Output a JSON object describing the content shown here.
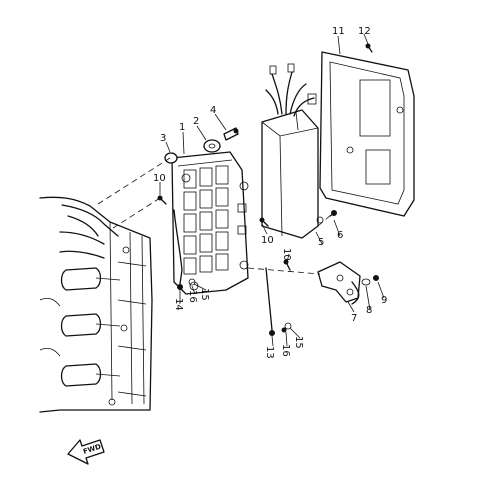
{
  "parts": [
    {
      "id": "part-1",
      "label": "1"
    },
    {
      "id": "part-2",
      "label": "2"
    },
    {
      "id": "part-3",
      "label": "3"
    },
    {
      "id": "part-4",
      "label": "4"
    },
    {
      "id": "part-5",
      "label": "5"
    },
    {
      "id": "part-6",
      "label": "6"
    },
    {
      "id": "part-7",
      "label": "7"
    },
    {
      "id": "part-8",
      "label": "8"
    },
    {
      "id": "part-9",
      "label": "9"
    },
    {
      "id": "part-10a",
      "label": "10"
    },
    {
      "id": "part-10b",
      "label": "10"
    },
    {
      "id": "part-10c",
      "label": "10"
    },
    {
      "id": "part-11",
      "label": "11"
    },
    {
      "id": "part-12",
      "label": "12"
    },
    {
      "id": "part-13",
      "label": "13"
    },
    {
      "id": "part-14",
      "label": "14"
    },
    {
      "id": "part-15a",
      "label": "15"
    },
    {
      "id": "part-15b",
      "label": "15"
    },
    {
      "id": "part-16a",
      "label": "16"
    },
    {
      "id": "part-16b",
      "label": "16"
    }
  ],
  "fwd_label": "FWD"
}
